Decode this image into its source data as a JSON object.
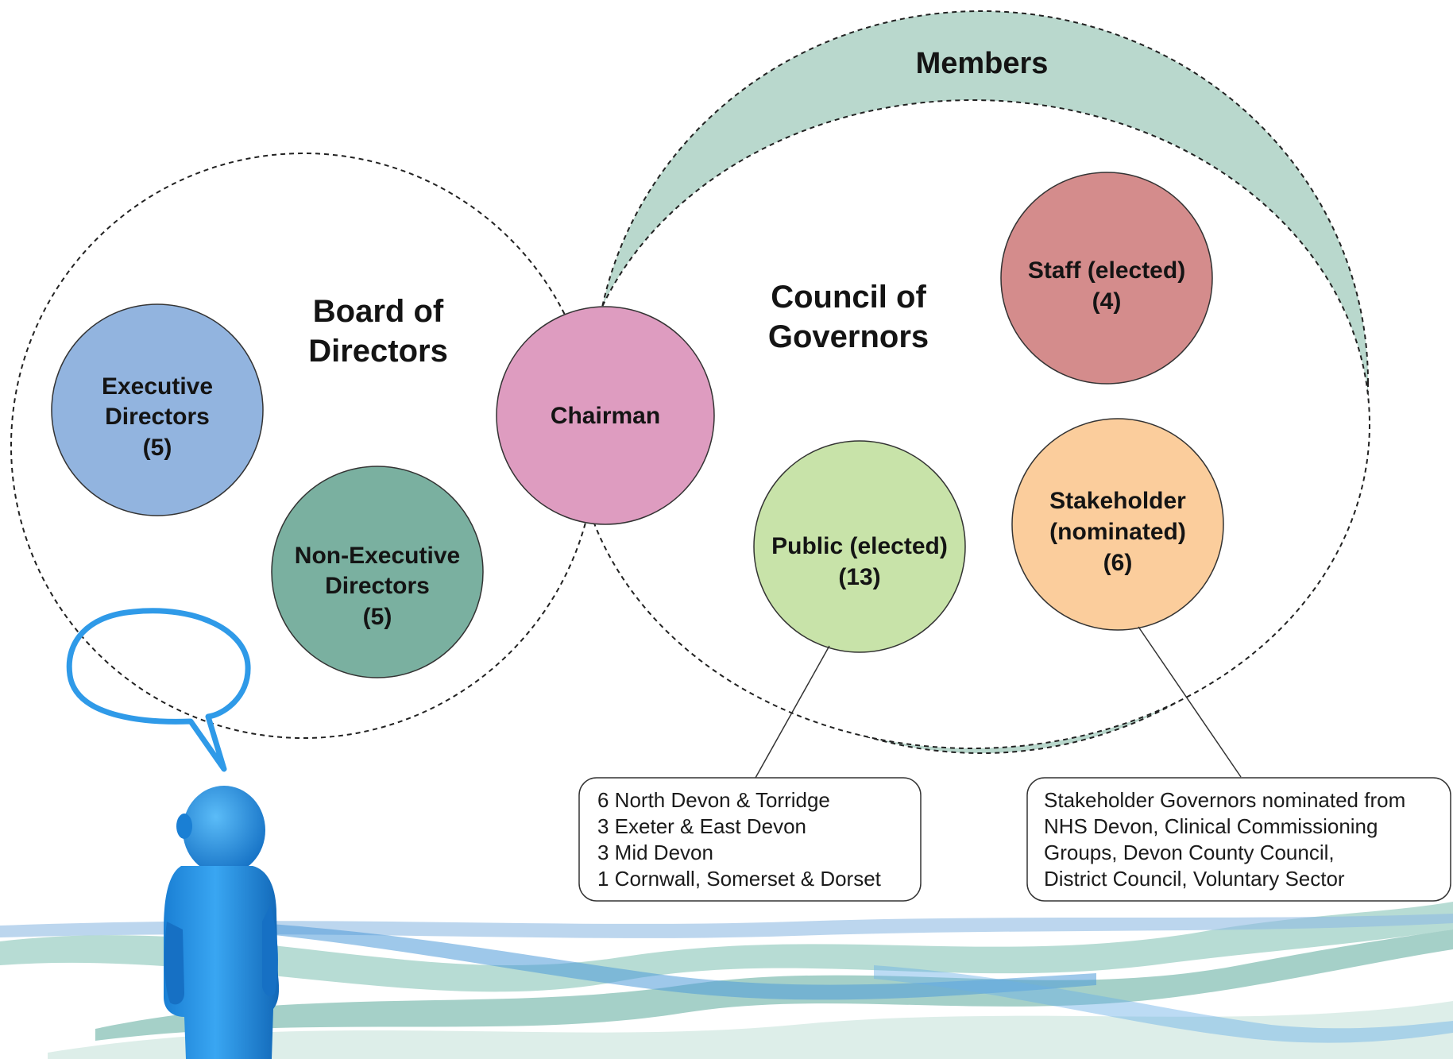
{
  "members": {
    "title": "Members"
  },
  "board": {
    "title_line1": "Board of",
    "title_line2": "Directors"
  },
  "council": {
    "title_line1": "Council of",
    "title_line2": "Governors"
  },
  "nodes": {
    "executive": {
      "line1": "Executive",
      "line2": "Directors",
      "line3": "(5)"
    },
    "non_executive": {
      "line1": "Non-Executive",
      "line2": "Directors",
      "line3": "(5)"
    },
    "chairman": {
      "label": "Chairman"
    },
    "staff": {
      "line1": "Staff (elected)",
      "line2": "(4)"
    },
    "public": {
      "line1": "Public (elected)",
      "line2": "(13)"
    },
    "stakeholder": {
      "line1": "Stakeholder",
      "line2": "(nominated)",
      "line3": "(6)"
    }
  },
  "public_box": {
    "lines": [
      "6 North Devon & Torridge",
      "3 Exeter & East Devon",
      "3 Mid Devon",
      "1 Cornwall, Somerset & Dorset"
    ]
  },
  "stakeholder_box": {
    "lines": [
      "Stakeholder Governors nominated from",
      "NHS Devon, Clinical Commissioning",
      "Groups, Devon County Council,",
      "District Council, Voluntary Sector"
    ]
  },
  "colors": {
    "members_ring": "#b9d8cd",
    "executive": "#92b4df",
    "non_executive": "#7ab0a0",
    "chairman": "#de9cc0",
    "staff": "#d48c8c",
    "public": "#c8e3a9",
    "stakeholder": "#fbcd9c",
    "figure": "#1e8fe6"
  }
}
